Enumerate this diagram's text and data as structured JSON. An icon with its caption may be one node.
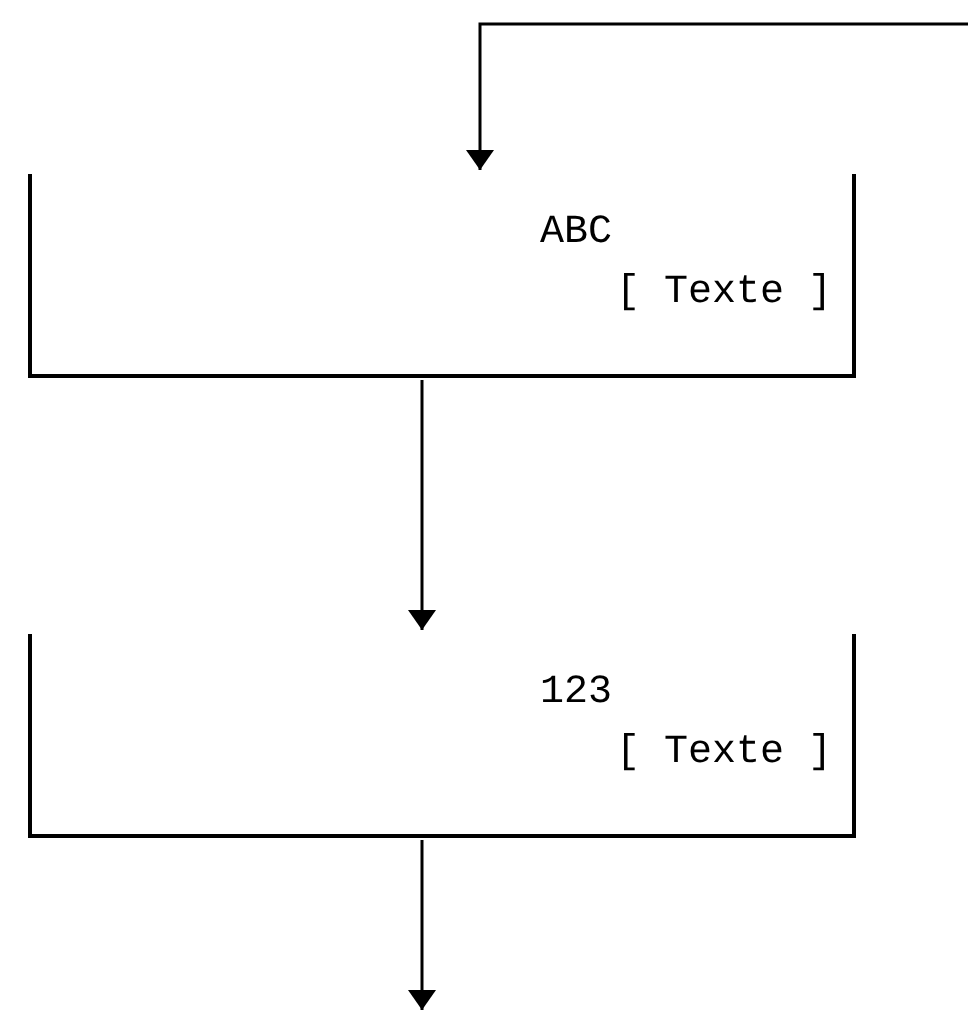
{
  "diagram": {
    "nodes": [
      {
        "text": [
          "ABC",
          "[ Texte ]"
        ]
      },
      {
        "text": [
          "123",
          "[ Texte ]"
        ]
      }
    ],
    "edges": [
      {
        "from": null,
        "to": 0,
        "arrow": "to"
      },
      {
        "from": 0,
        "to": 1,
        "arrow": "to"
      },
      {
        "from": 1,
        "to": null,
        "arrow": "to"
      }
    ]
  }
}
